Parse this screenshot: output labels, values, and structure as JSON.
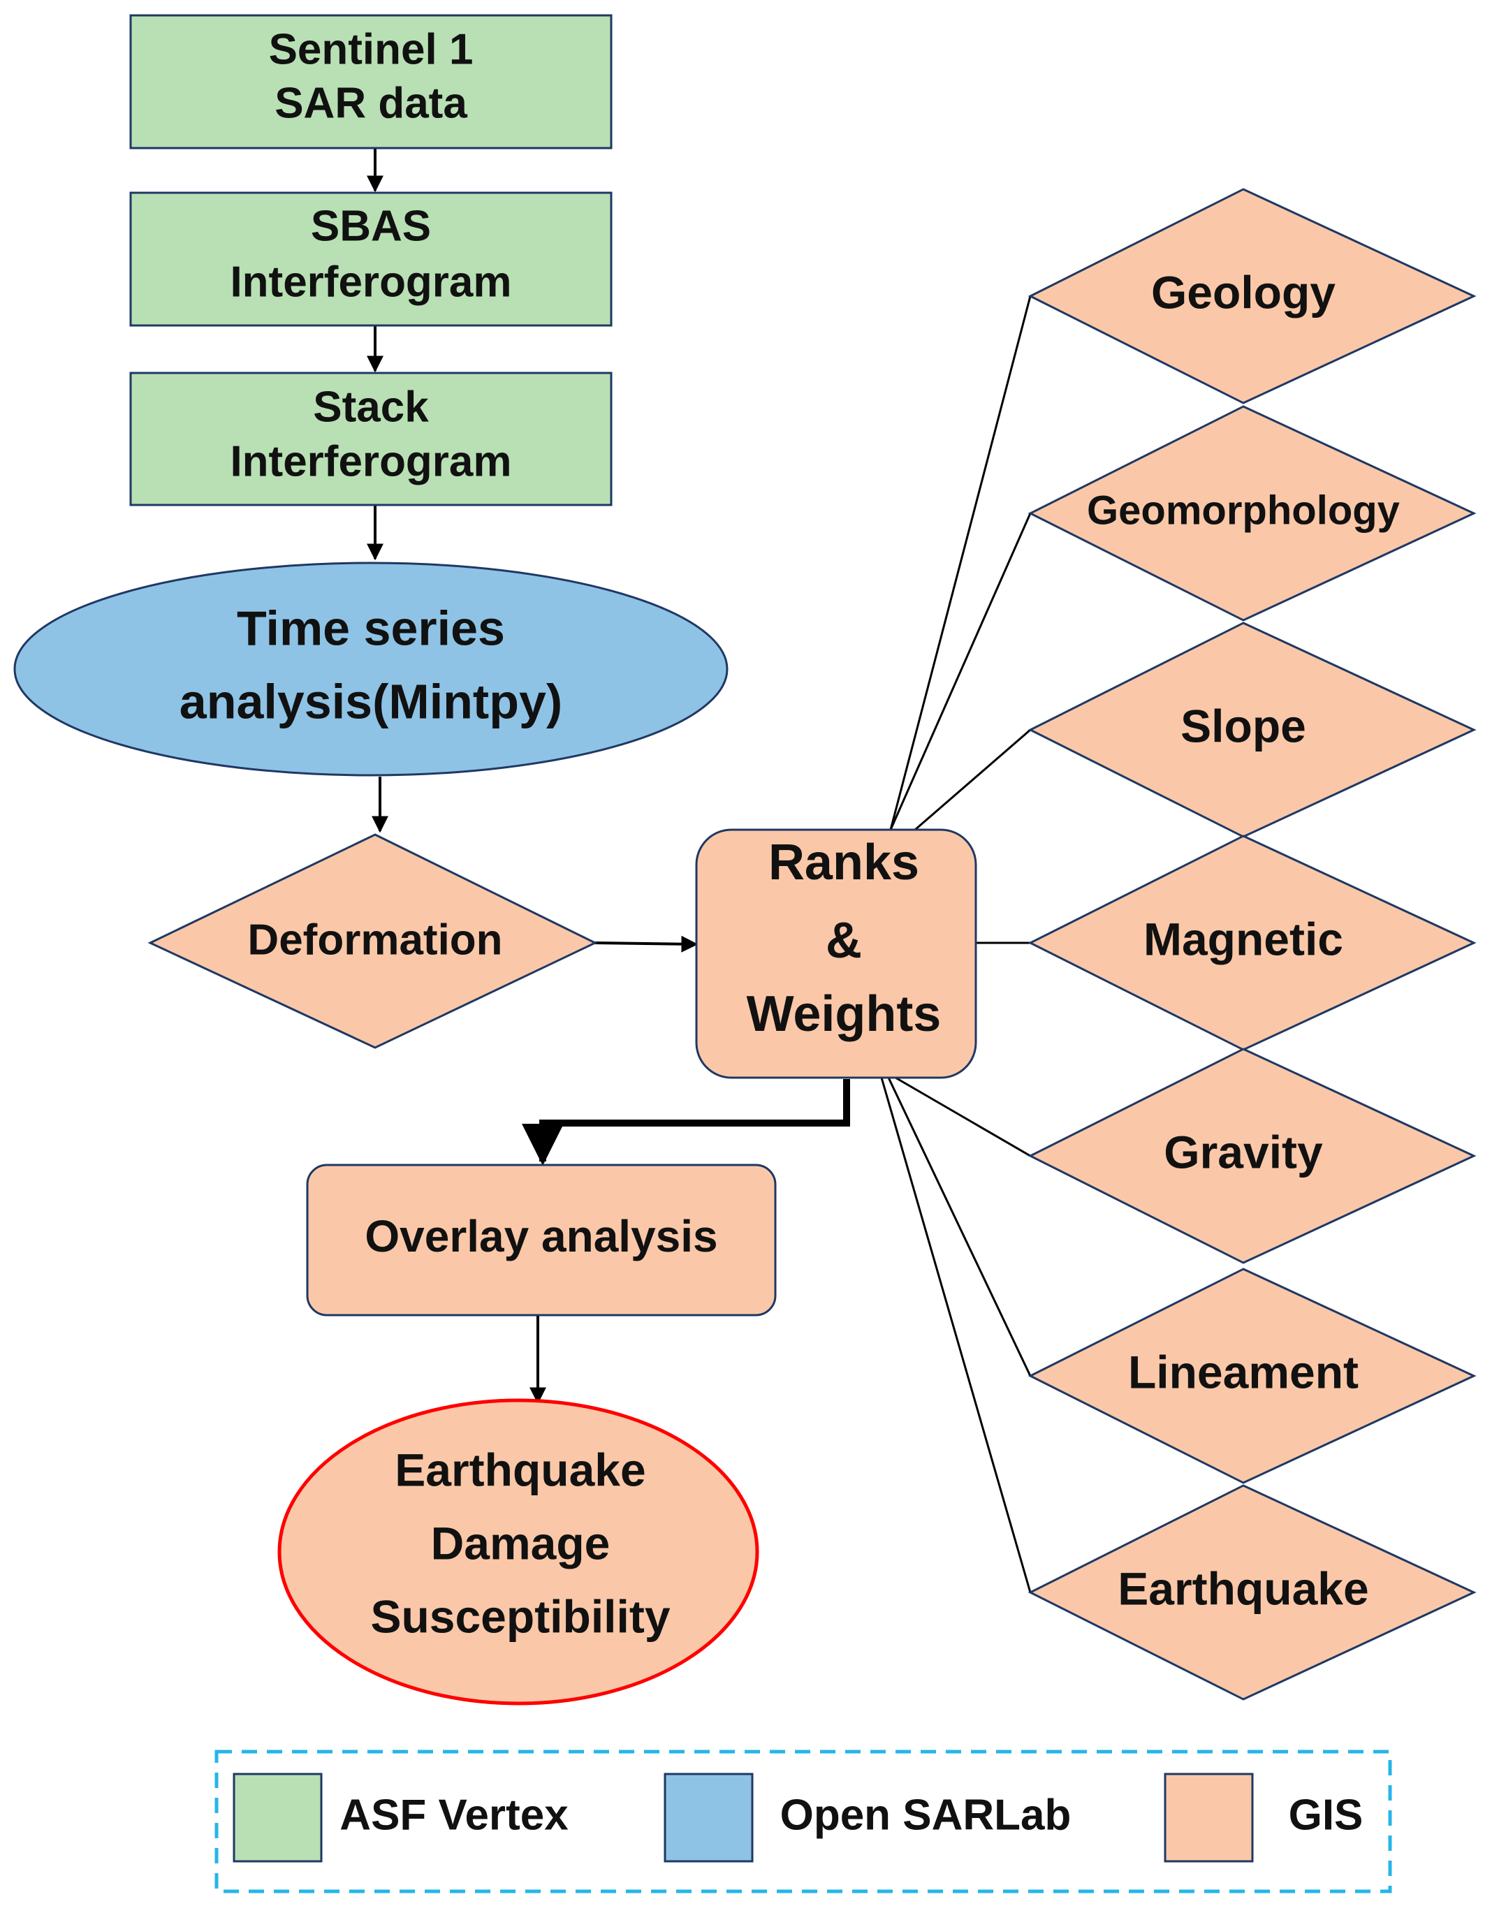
{
  "colors": {
    "asf_fill": "#b8e0b4",
    "sarlab_fill": "#8ec3e6",
    "gis_fill": "#fac8a8",
    "outline": "#1f3864",
    "result_outline": "#ff0000",
    "legend_border": "#26b5e8"
  },
  "nodes": {
    "sentinel": [
      "Sentinel 1",
      "SAR data"
    ],
    "sbas": [
      "SBAS",
      "Interferogram"
    ],
    "stack": [
      "Stack",
      "Interferogram"
    ],
    "timeseries": [
      "Time series",
      "analysis(Mintpy)"
    ],
    "deformation": "Deformation",
    "ranks": [
      "Ranks",
      "&",
      "Weights"
    ],
    "overlay": "Overlay analysis",
    "result": [
      "Earthquake",
      "Damage",
      "Susceptibility"
    ]
  },
  "factors": [
    "Geology",
    "Geomorphology",
    "Slope",
    "Magnetic",
    "Gravity",
    "Lineament",
    "Earthquake"
  ],
  "legend": {
    "asf": "ASF Vertex",
    "sarlab": "Open SARLab",
    "gis": "GIS"
  }
}
